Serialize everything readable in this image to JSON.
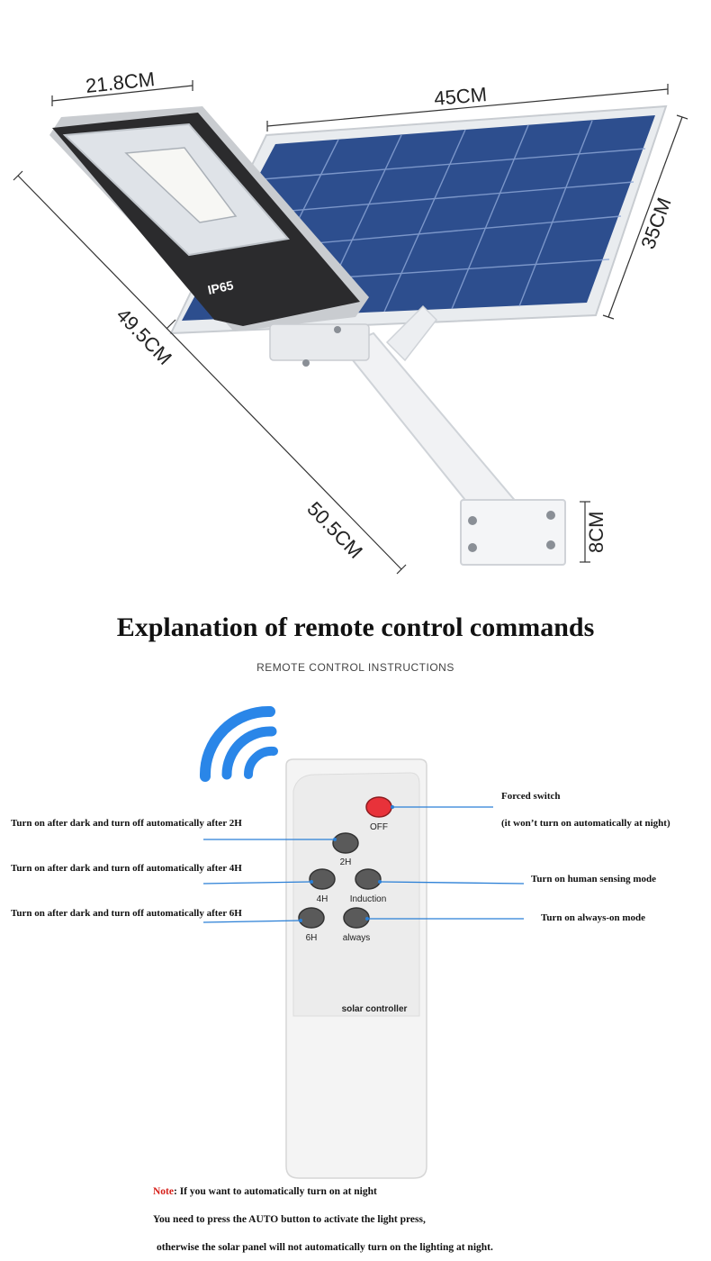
{
  "dimensions": {
    "lamp_width": "21.8CM",
    "panel_width": "45CM",
    "panel_height": "35CM",
    "lamp_length": "49.5CM",
    "pole_length": "50.5CM",
    "bracket_height": "8CM"
  },
  "lamp": {
    "rating_label": "IP65"
  },
  "title": "Explanation of remote control commands",
  "subtitle": "REMOTE CONTROL INSTRUCTIONS",
  "remote": {
    "buttons": {
      "off": "OFF",
      "h2": "2H",
      "h4": "4H",
      "induction": "Induction",
      "h6": "6H",
      "always": "always"
    },
    "brand_label": "solar controller",
    "colors": {
      "off_button": "#e8323a",
      "pointer_line": "#2a7fd6",
      "signal": "#2a86e8"
    }
  },
  "callouts": {
    "forced_switch": "Forced switch",
    "forced_switch_detail": "(it won’t turn on automatically at night)",
    "h2": "Turn on after dark and turn off automatically after 2H",
    "h4": "Turn on after dark and turn off automatically after 4H",
    "h6": "Turn on after dark and turn off automatically after 6H",
    "induction": "Turn on human sensing mode",
    "always": "Turn on always-on mode"
  },
  "note": {
    "prefix": "Note",
    "line1": ": If you want to automatically turn on at night",
    "line2": "You need to press the AUTO button to activate the light press,",
    "line3": "otherwise the solar panel will not automatically turn on the lighting at night."
  }
}
